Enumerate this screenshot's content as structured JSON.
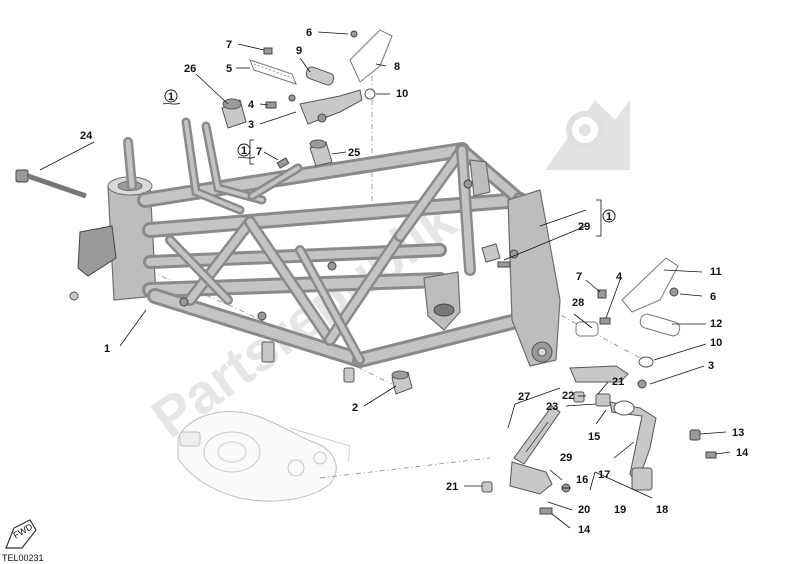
{
  "watermark": {
    "text": "Partsrepublik"
  },
  "diagram_code": "TEL00231",
  "fwd_label": "FWD",
  "callouts": {
    "c1": "1",
    "c2": "2",
    "c3a": "3",
    "c3b": "3",
    "c4a": "4",
    "c4b": "4",
    "c5": "5",
    "c6a": "6",
    "c6b": "6",
    "c7a": "7",
    "c7b": "7",
    "c7c": "7",
    "c8": "8",
    "c9": "9",
    "c10a": "10",
    "c10b": "10",
    "c11": "11",
    "c12": "12",
    "c13": "13",
    "c14a": "14",
    "c14b": "14",
    "c15": "15",
    "c16": "16",
    "c17": "17",
    "c18": "18",
    "c19": "19",
    "c20": "20",
    "c21a": "21",
    "c21b": "21",
    "c22": "22",
    "c23": "23",
    "c24": "24",
    "c25": "25",
    "c26": "26",
    "c27": "27",
    "c28": "28",
    "c29a": "29",
    "c29b": "29"
  },
  "note_marks": {
    "n1": "1",
    "n2": "1",
    "n3": "1"
  }
}
